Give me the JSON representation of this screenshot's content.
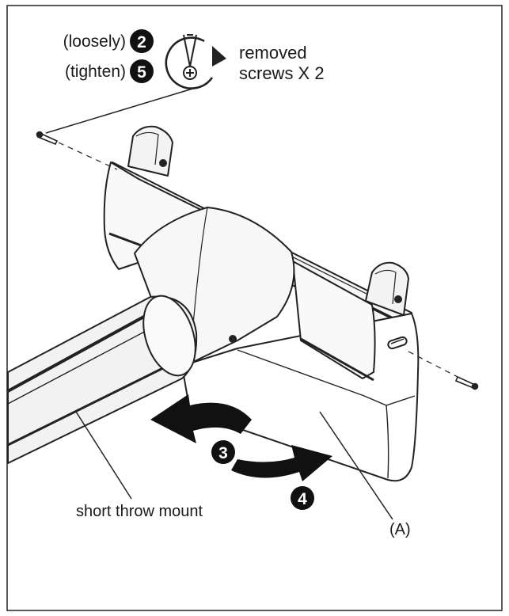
{
  "labels": {
    "loosely": "(loosely)",
    "tighten": "(tighten)",
    "removed": "removed",
    "screws": "screws X 2",
    "mount": "short throw mount",
    "part_a": "(A)"
  },
  "steps": [
    "2",
    "5",
    "3",
    "4"
  ],
  "icons": {
    "screwdriver": "screwdriver-rotate-icon",
    "arrow": "rotation-arrow-icon"
  },
  "colors": {
    "ink": "#1a1a1a",
    "background": "#ffffff"
  }
}
